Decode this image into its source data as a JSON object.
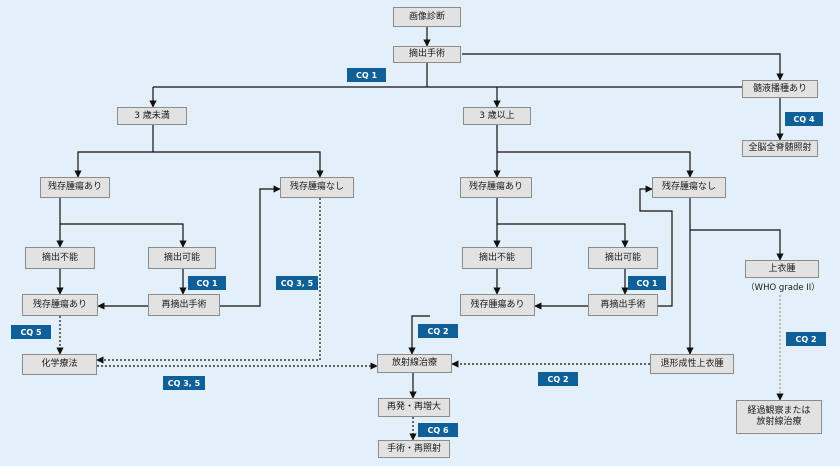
{
  "nodes": {
    "imaging": "画像診断",
    "resection": "摘出手術",
    "csf_dissemination": "髄液播種あり",
    "whole_craniospinal_rt": "全脳全脊髄照射",
    "under3": "3 歳未満",
    "over3": "3 歳以上",
    "u3_residual": "残存腫瘍あり",
    "u3_no_residual": "残存腫瘍なし",
    "u3_unresectable": "摘出不能",
    "u3_resectable": "摘出可能",
    "u3_residual2": "残存腫瘍あり",
    "u3_reresection": "再摘出手術",
    "chemotherapy": "化学療法",
    "o3_residual": "残存腫瘍あり",
    "o3_no_residual": "残存腫瘍なし",
    "o3_unresectable": "摘出不能",
    "o3_resectable": "摘出可能",
    "o3_residual2": "残存腫瘍あり",
    "o3_reresection": "再摘出手術",
    "radiotherapy": "放射線治療",
    "anaplastic": "退形成性上衣腫",
    "ependymoma": "上衣腫",
    "who_grade": "（WHO grade II）",
    "recurrence": "再発・再増大",
    "surgery_reirradiation": "手術・再照射",
    "observation_line1": "経過観察または",
    "observation_line2": "放射線治療"
  },
  "cq": {
    "cq1_main": "CQ 1",
    "cq4": "CQ 4",
    "cq1_left": "CQ 1",
    "cq35_upper": "CQ 3, 5",
    "cq5": "CQ 5",
    "cq35_lower": "CQ 3, 5",
    "cq2_center": "CQ 2",
    "cq1_right": "CQ 1",
    "cq2_lower": "CQ 2",
    "cq6": "CQ 6",
    "cq2_right": "CQ 2"
  },
  "colors": {
    "background": "#e3f0f9",
    "node_fill": "#e2e2e2",
    "cq_badge": "#0f5f99",
    "line": "#111111"
  }
}
